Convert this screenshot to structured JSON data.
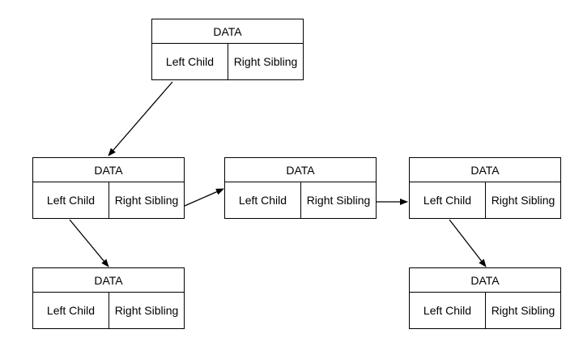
{
  "nodes": [
    {
      "id": "n1",
      "data": "DATA",
      "left": "Left Child",
      "right": "Right Sibling"
    },
    {
      "id": "n2",
      "data": "DATA",
      "left": "Left Child",
      "right": "Right Sibling"
    },
    {
      "id": "n3",
      "data": "DATA",
      "left": "Left Child",
      "right": "Right Sibling"
    },
    {
      "id": "n4",
      "data": "DATA",
      "left": "Left Child",
      "right": "Right Sibling"
    },
    {
      "id": "n5",
      "data": "DATA",
      "left": "Left Child",
      "right": "Right Sibling"
    },
    {
      "id": "n6",
      "data": "DATA",
      "left": "Left Child",
      "right": "Right Sibling"
    }
  ],
  "edges": [
    {
      "from": "n1",
      "to": "n2",
      "type": "left-child"
    },
    {
      "from": "n2",
      "to": "n5",
      "type": "left-child"
    },
    {
      "from": "n2",
      "to": "n3",
      "type": "right-sibling"
    },
    {
      "from": "n3",
      "to": "n4",
      "type": "right-sibling"
    },
    {
      "from": "n4",
      "to": "n6",
      "type": "left-child"
    }
  ],
  "colors": {
    "line": "#000000",
    "background": "#ffffff"
  }
}
